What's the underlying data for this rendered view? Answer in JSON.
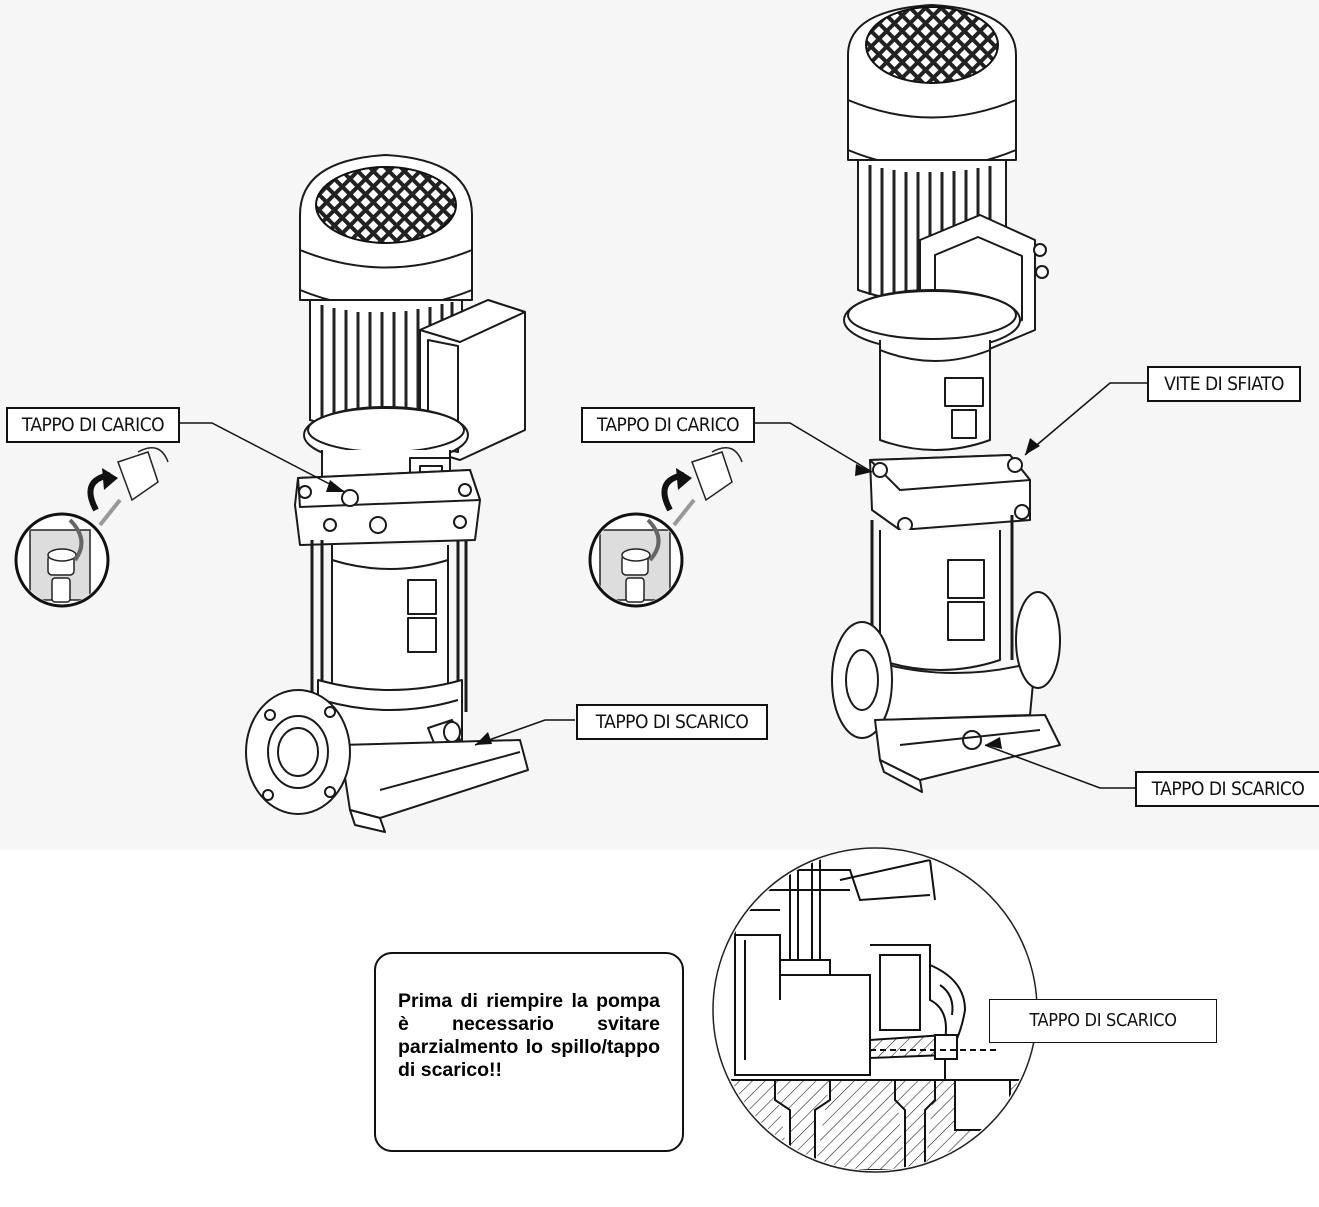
{
  "labels": {
    "left_fill_plug": "TAPPO DI CARICO",
    "left_drain_plug": "TAPPO DI SCARICO",
    "right_fill_plug": "TAPPO DI CARICO",
    "right_vent_screw": "VITE DI SFIATO",
    "right_drain_plug": "TAPPO DI SCARICO",
    "detail_drain_plug": "TAPPO DI SCARICO"
  },
  "note": {
    "text": "Prima di riempire la pompa è necessario svitare parzialmento lo spillo/tappo di scarico!!"
  }
}
